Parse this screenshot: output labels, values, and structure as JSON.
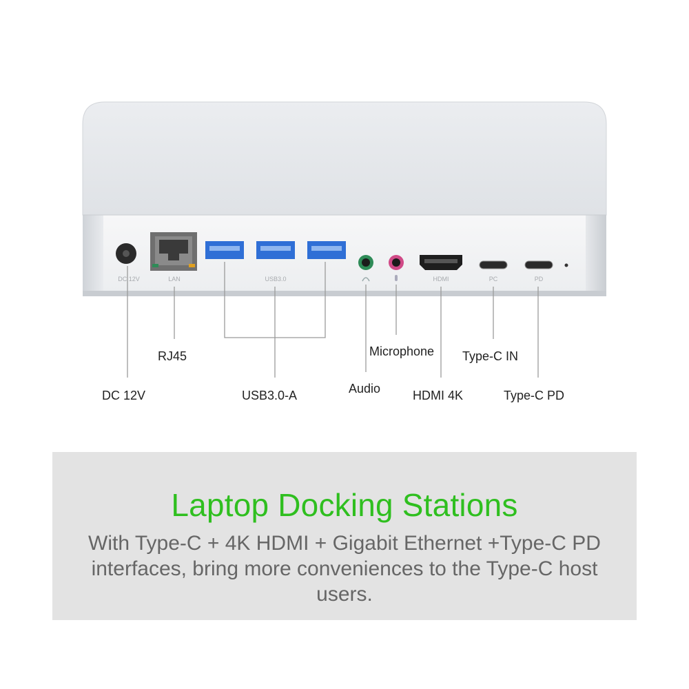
{
  "ports": {
    "dc": {
      "label": "DC 12V",
      "engraving": "DC 12V"
    },
    "lan": {
      "label": "RJ45",
      "engraving": "LAN"
    },
    "usb": {
      "label": "USB3.0-A",
      "engraving": "USB3.0"
    },
    "audio": {
      "label": "Audio"
    },
    "microphone": {
      "label": "Microphone"
    },
    "hdmi": {
      "label": "HDMI 4K",
      "engraving": "HDMI"
    },
    "typec_in": {
      "label": "Type-C IN",
      "engraving": "PC"
    },
    "typec_pd": {
      "label": "Type-C PD",
      "engraving": "PD"
    }
  },
  "panel": {
    "title": "Laptop Docking Stations",
    "description": "With Type-C + 4K HDMI + Gigabit Ethernet +Type-C PD interfaces, bring more conveniences to the Type-C host users."
  },
  "colors": {
    "title_green": "#2fbf1f",
    "usb_blue": "#2f6fd6",
    "audio_green": "#2e8b57",
    "mic_pink": "#d04a87",
    "panel_bg": "#e3e3e3",
    "description_text": "#666666"
  },
  "icons": [
    "headphone-icon",
    "microphone-icon"
  ]
}
